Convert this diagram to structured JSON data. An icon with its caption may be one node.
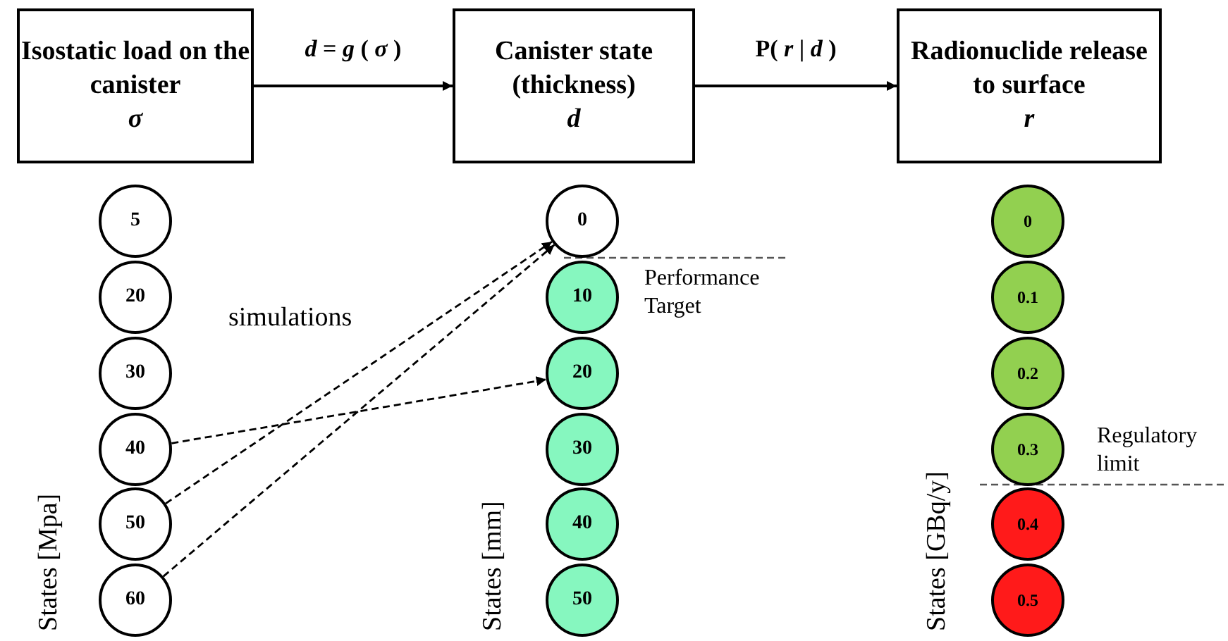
{
  "diagram": {
    "nodes": [
      {
        "text": [
          "Isostatic load on the canister",
          "σ"
        ]
      },
      {
        "text": [
          "Canister state (thickness)",
          "d"
        ]
      },
      {
        "text": [
          "Radionuclide release to surface",
          "r"
        ]
      },
      {
        "text": [
          "5"
        ]
      },
      {
        "text": [
          "20"
        ]
      },
      {
        "text": [
          "30"
        ]
      },
      {
        "text": [
          "40"
        ]
      },
      {
        "text": [
          "50"
        ]
      },
      {
        "text": [
          "60"
        ]
      },
      {
        "text": [
          "0"
        ]
      },
      {
        "text": [
          "10"
        ]
      },
      {
        "text": [
          "20"
        ]
      },
      {
        "text": [
          "30"
        ]
      },
      {
        "text": [
          "40"
        ]
      },
      {
        "text": [
          "50"
        ]
      },
      {
        "text": [
          "0"
        ]
      },
      {
        "text": [
          "0.1"
        ]
      },
      {
        "text": [
          "0.2"
        ]
      },
      {
        "text": [
          "0.3"
        ]
      },
      {
        "text": [
          "0.4"
        ]
      },
      {
        "text": [
          "0.5"
        ]
      }
    ],
    "edges": [
      {
        "from": 0,
        "to": 1,
        "arrow": "to",
        "label": "*d* = *g* ( *σ* )"
      },
      {
        "from": 1,
        "to": 2,
        "arrow": "to",
        "label": "P( *r* | *d* )"
      },
      {
        "from": 6,
        "to": 11,
        "arrow": "to",
        "style": "dashed"
      },
      {
        "from": 7,
        "to": 9,
        "arrow": "to",
        "style": "dashed"
      },
      {
        "from": 8,
        "to": 9,
        "arrow": "to",
        "style": "dashed"
      }
    ],
    "labels": [
      "simulations",
      "Performance Target",
      "Regulatory limit",
      "States [Mpa]",
      "States [mm]",
      "States [GBq/y]"
    ]
  }
}
